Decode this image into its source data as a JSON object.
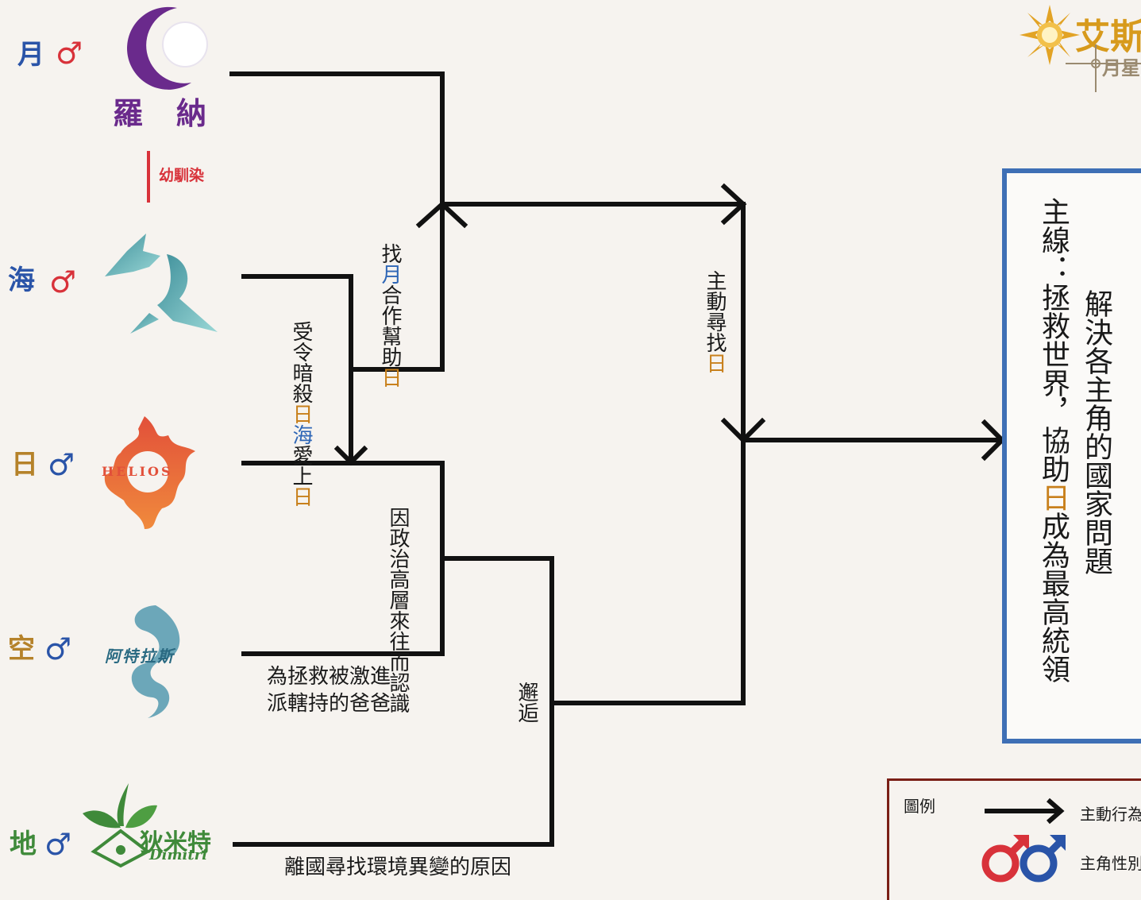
{
  "characters": [
    {
      "id": "moon",
      "name": "月",
      "gender_symbol": "♂",
      "logo_text": "羅　納",
      "name_color": "#2a54a8",
      "symbol_color": "#d8323a"
    },
    {
      "id": "sea",
      "name": "海",
      "gender_symbol": "♂",
      "name_color": "#2a54a8",
      "symbol_color": "#d8323a"
    },
    {
      "id": "sun",
      "name": "日",
      "gender_symbol": "♂",
      "logo_text": "HELIOS",
      "name_color": "#b5822a",
      "symbol_color": "#2a54a8"
    },
    {
      "id": "sky",
      "name": "空",
      "gender_symbol": "♂",
      "logo_text": "阿特拉斯",
      "name_color": "#b5822a",
      "symbol_color": "#2a54a8"
    },
    {
      "id": "earth",
      "name": "地",
      "gender_symbol": "♂",
      "logo_text": "狄米特",
      "logo_subtext": "Dimitri",
      "name_color": "#3f8a3a",
      "symbol_color": "#2a54a8"
    }
  ],
  "childhood_label": "幼馴染",
  "relations": {
    "help_find_moon": {
      "pre": "找",
      "hl1": "月",
      "mid": "合作幫助",
      "hl2": "日"
    },
    "assassinate": {
      "pre": "受令暗殺",
      "hl1": "日",
      "mid": "",
      "hl0": "海",
      "post": "愛上",
      "hl2": "日"
    },
    "active_search": {
      "pre": "主動尋找",
      "hl": "日"
    },
    "politics": "因政治高層來往而認識",
    "rescue": "為拯救被激進\n派轄持的爸爸",
    "encounter": "邂逅",
    "leave_country": "離國尋找環境異變的原因"
  },
  "main_quest": {
    "line1": "解決各主角的國家問題",
    "line2_pre": "主線：拯救世界，協助",
    "line2_hl": "日",
    "line2_post": "成為最高統領"
  },
  "title_logo": {
    "line1": "艾斯",
    "line2": "月星"
  },
  "legend": {
    "title": "圖例",
    "arrow_label": "主動行為",
    "gender_label": "主角性別"
  },
  "colors": {
    "line": "#111111",
    "box_border": "#3e6fb5",
    "legend_border": "#7a1f16",
    "highlight_gold": "#c8801c",
    "highlight_blue": "#2e66b6"
  }
}
